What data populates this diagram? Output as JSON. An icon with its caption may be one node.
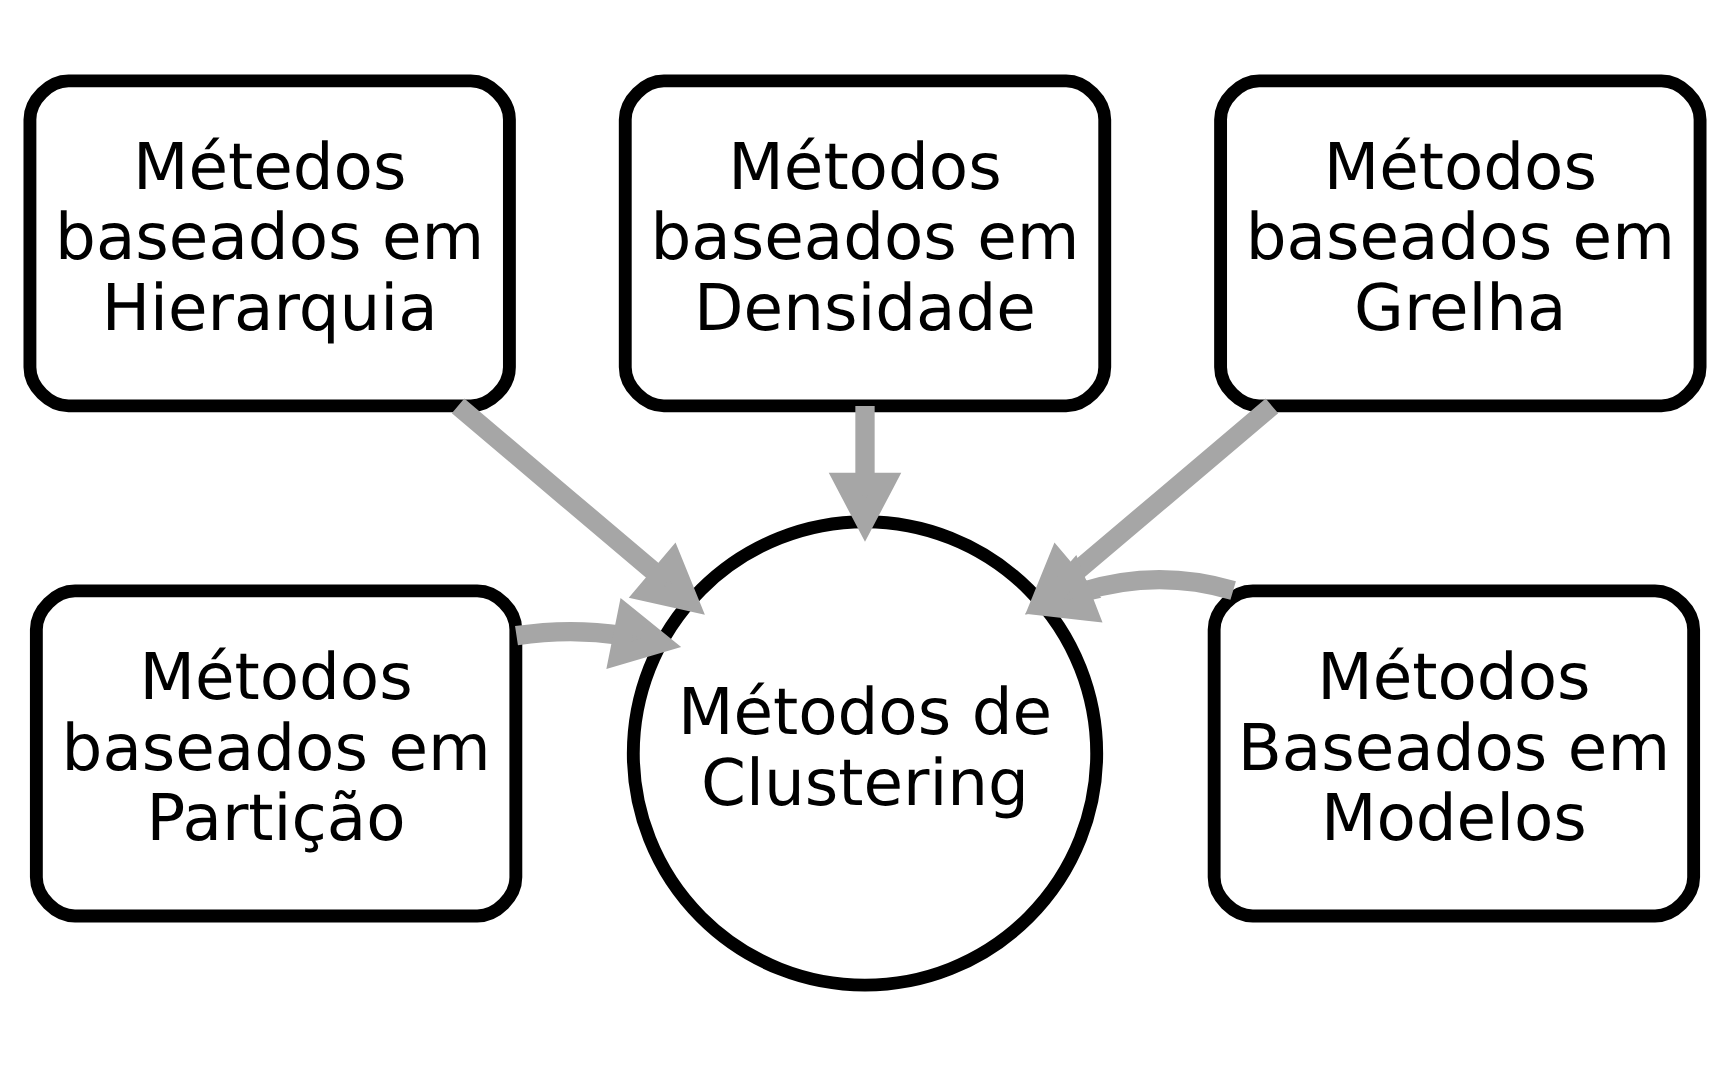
{
  "diagram": {
    "nodes": [
      {
        "text": [
          "Métodos baseados em Densidade"
        ]
      },
      {
        "text": [
          "Métedos baseados em Hierarquia"
        ]
      },
      {
        "text": [
          "Métodos baseados em Grelha"
        ]
      },
      {
        "text": [
          "Métodos baseados em Partição"
        ]
      },
      {
        "text": [
          "Métodos de Clustering"
        ]
      },
      {
        "text": [
          "Métodos Baseados em Modelos"
        ]
      }
    ],
    "edges": [
      {
        "from": 3,
        "to": 4,
        "arrow": "to"
      },
      {
        "from": 1,
        "to": 4,
        "arrow": "to"
      },
      {
        "from": 0,
        "to": 4,
        "arrow": "to"
      },
      {
        "from": 2,
        "to": 4,
        "arrow": "to"
      },
      {
        "from": 5,
        "to": 4,
        "arrow": "to"
      }
    ]
  }
}
